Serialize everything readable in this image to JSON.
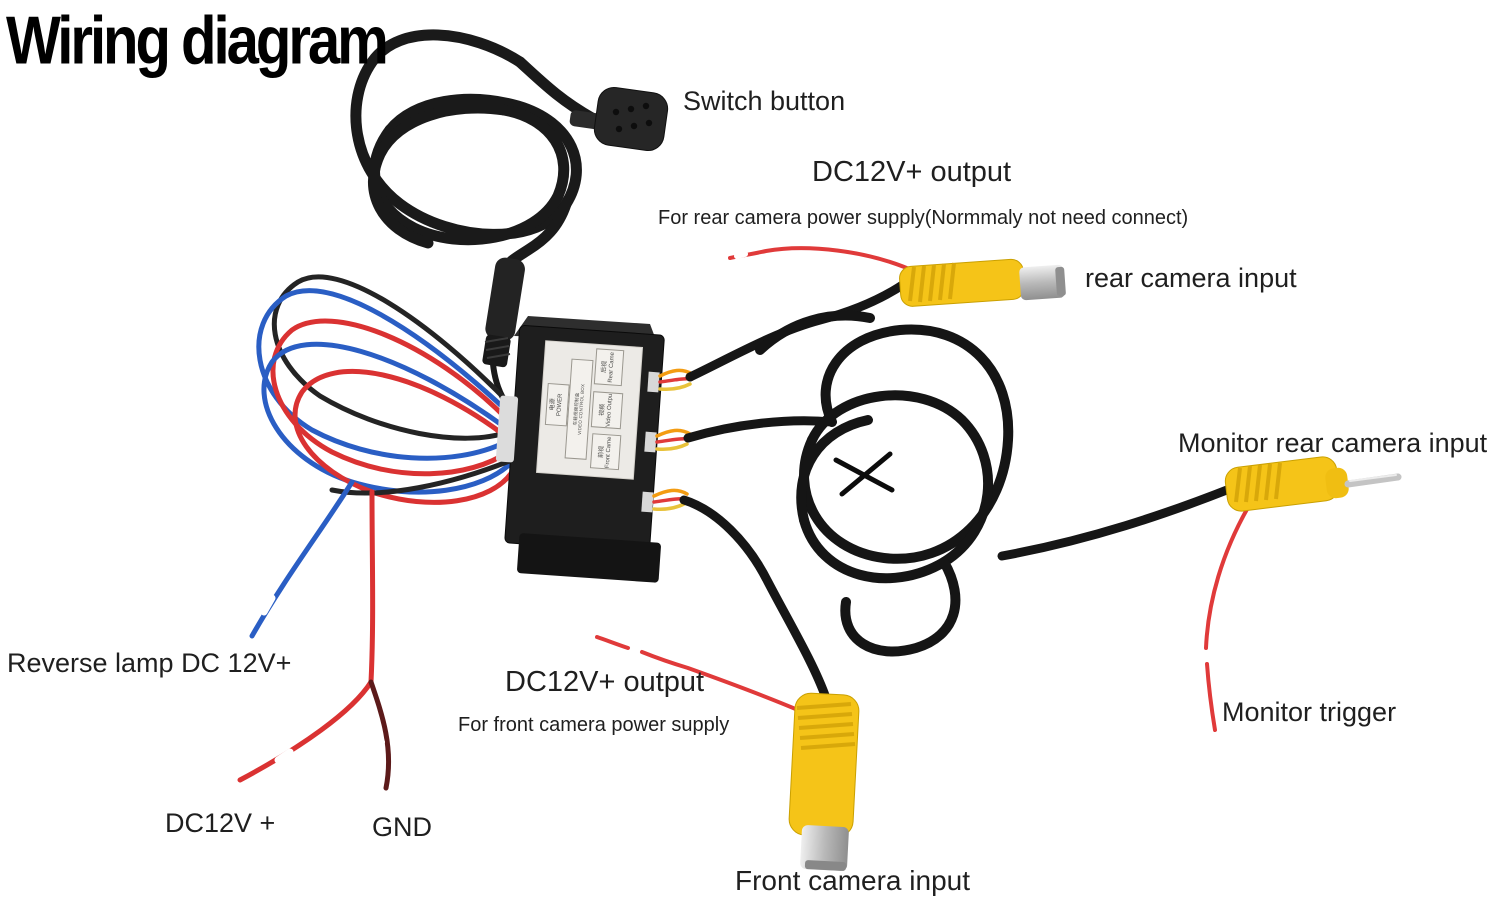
{
  "title": "Wiring diagram",
  "labels": {
    "switch_button": "Switch button",
    "rear_power_title": "DC12V+ output",
    "rear_power_sub": "For rear camera power supply(Normmaly not need connect)",
    "rear_camera_input": "rear camera input",
    "monitor_rear_camera_input": "Monitor rear camera input",
    "reverse_lamp": "Reverse lamp DC 12V+",
    "front_power_title": "DC12V+ output",
    "front_power_sub": "For front camera power supply",
    "monitor_trigger": "Monitor trigger",
    "dc12v_plus": "DC12V +",
    "gnd": "GND",
    "front_camera_input": "Front camera input"
  },
  "device_label": {
    "power_zh": "电源",
    "power_en": "POWER",
    "strip_line1": "车载视频控制盒",
    "strip_line2": "VIDEO CONTROL BOX",
    "rear_zh": "后视",
    "rear_en": "Rear Came",
    "video_zh": "视频",
    "video_en": "Video Outpu",
    "front_zh": "前视",
    "front_en": "Front Came"
  },
  "colors": {
    "wire_black": "#1a1a1a",
    "wire_red": "#da3232",
    "wire_blue": "#2a5ec4",
    "wire_maroon": "#5c1a1a",
    "wire_orange": "#f39c12",
    "rca_yellow": "#f5c418",
    "silver": "#c0c0c0"
  }
}
